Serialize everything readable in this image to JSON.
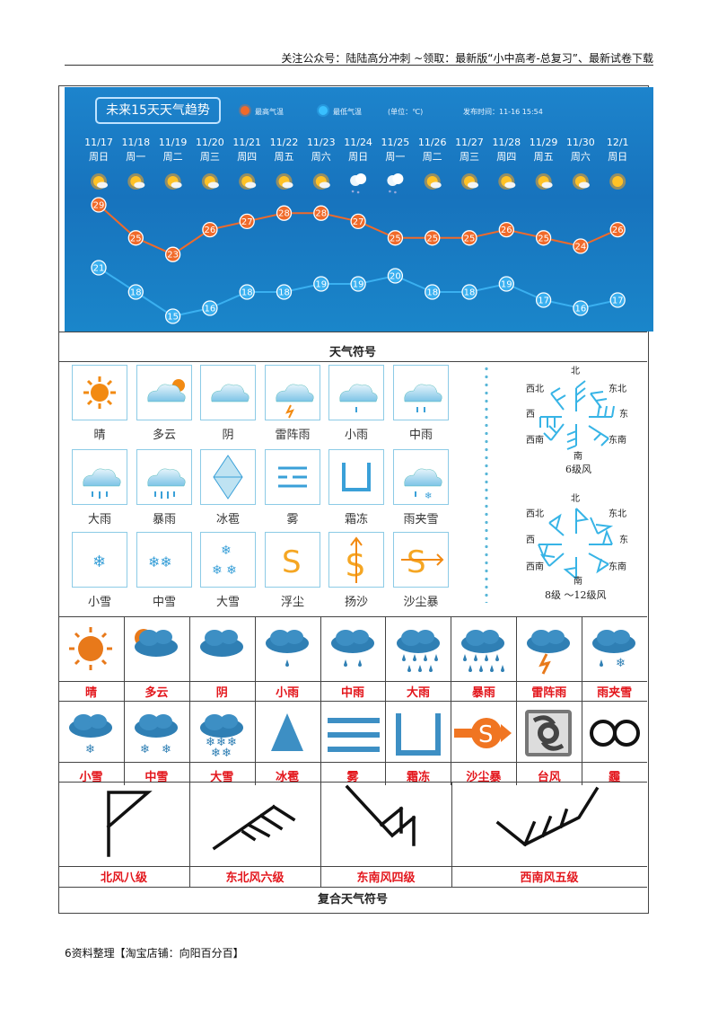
{
  "page": {
    "header": "关注公众号：陆陆高分冲刺 ~领取：最新版“小中高考-总复习”、最新试卷下载",
    "footer": "6资料整理【淘宝店铺：向阳百分百】"
  },
  "forecast": {
    "title": "未来15天天气趋势",
    "legend_high": "最高气温",
    "legend_low": "最低气温",
    "unit": "(单位：℃)",
    "publish": "发布时间：11-16 15:54",
    "days": [
      {
        "date": "11/17",
        "week": "周日",
        "icon": "sunny-icon",
        "high": 29,
        "low": 21
      },
      {
        "date": "11/18",
        "week": "周一",
        "icon": "sunny-icon",
        "high": 25,
        "low": 18
      },
      {
        "date": "11/19",
        "week": "周二",
        "icon": "sunny-icon",
        "high": 23,
        "low": 15
      },
      {
        "date": "11/20",
        "week": "周三",
        "icon": "sunny-icon",
        "high": 26,
        "low": 16
      },
      {
        "date": "11/21",
        "week": "周四",
        "icon": "sunny-icon",
        "high": 27,
        "low": 18
      },
      {
        "date": "11/22",
        "week": "周五",
        "icon": "sunny-icon",
        "high": 28,
        "low": 18
      },
      {
        "date": "11/23",
        "week": "周六",
        "icon": "sunny-icon",
        "high": 28,
        "low": 19
      },
      {
        "date": "11/24",
        "week": "周日",
        "icon": "cloudy-rain-icon",
        "high": 27,
        "low": 19
      },
      {
        "date": "11/25",
        "week": "周一",
        "icon": "cloudy-rain-icon",
        "high": 25,
        "low": 20
      },
      {
        "date": "11/26",
        "week": "周二",
        "icon": "sunny-icon",
        "high": 25,
        "low": 18
      },
      {
        "date": "11/27",
        "week": "周三",
        "icon": "sunny-icon",
        "high": 25,
        "low": 18
      },
      {
        "date": "11/28",
        "week": "周四",
        "icon": "sunny-icon",
        "high": 26,
        "low": 19
      },
      {
        "date": "11/29",
        "week": "周五",
        "icon": "sunny-icon",
        "high": 25,
        "low": 17
      },
      {
        "date": "11/30",
        "week": "周六",
        "icon": "sunny-icon",
        "high": 24,
        "low": 16
      },
      {
        "date": "12/1",
        "week": "周日",
        "icon": "sun-icon",
        "high": 26,
        "low": 17
      }
    ],
    "colors": {
      "high": "#f06a2a",
      "low": "#3ab0f0"
    }
  },
  "section1_caption": "天气符号",
  "symbols": [
    [
      "晴",
      "多云",
      "阴",
      "雷阵雨",
      "小雨",
      "中雨"
    ],
    [
      "大雨",
      "暴雨",
      "冰雹",
      "雾",
      "霜冻",
      "雨夹雪"
    ],
    [
      "小雪",
      "中雪",
      "大雪",
      "浮尘",
      "扬沙",
      "沙尘暴"
    ]
  ],
  "wind_rose": {
    "dirs": {
      "n": "北",
      "ne": "东北",
      "e": "东",
      "se": "东南",
      "s": "南",
      "sw": "西南",
      "w": "西",
      "nw": "西北"
    },
    "caption_a": "6级风",
    "caption_b": "8级 ～12级风"
  },
  "table": {
    "row1": [
      "晴",
      "多云",
      "阴",
      "小雨",
      "中雨",
      "大雨",
      "暴雨",
      "雷阵雨",
      "雨夹雪"
    ],
    "row2": [
      "小雪",
      "中雪",
      "大雪",
      "冰雹",
      "雾",
      "霜冻",
      "沙尘暴",
      "台风",
      "霾"
    ],
    "winds": [
      "北风八级",
      "东北风六级",
      "东南风四级",
      "西南风五级"
    ],
    "caption": "复合天气符号"
  }
}
